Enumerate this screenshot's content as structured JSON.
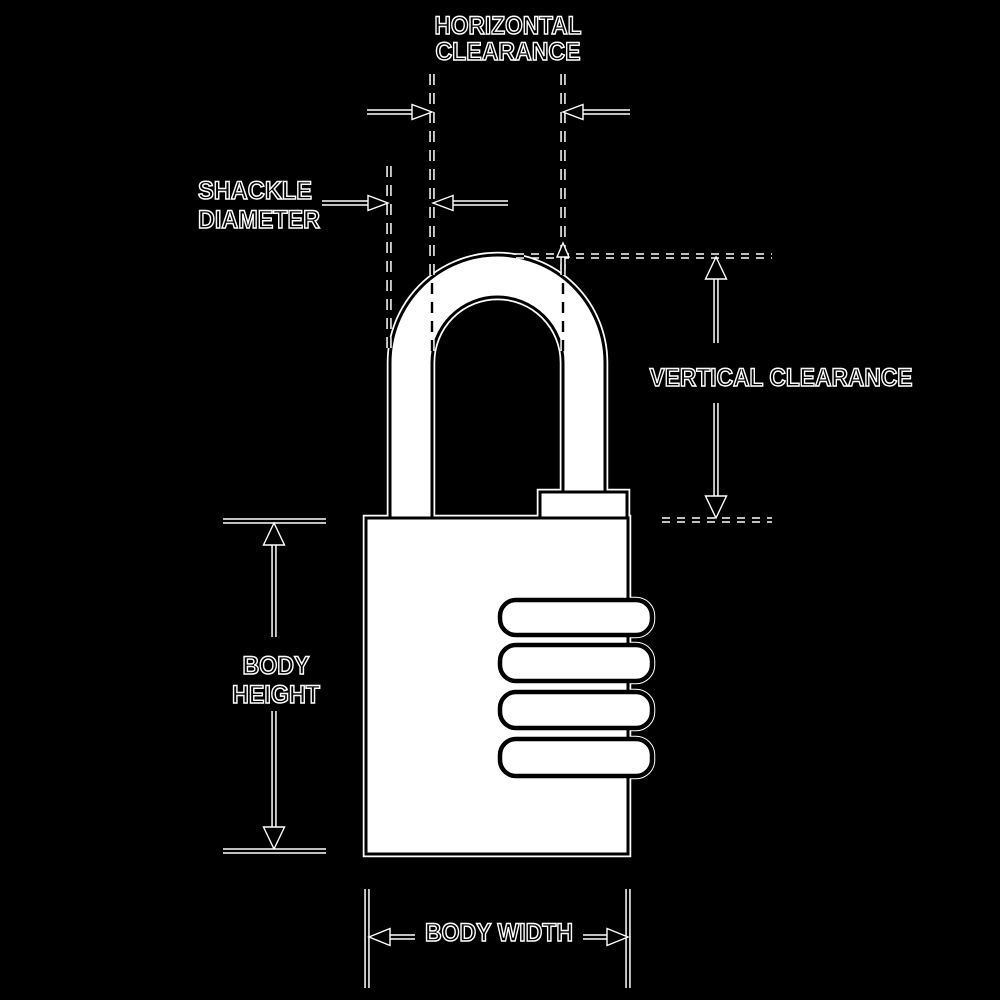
{
  "diagram": {
    "type": "padlock-dimension-diagram",
    "colors": {
      "background": "#000000",
      "halo_line": "#ffffff",
      "ink_line": "#000000",
      "shape_fill": "#ffffff"
    },
    "labels": {
      "horizontal_clearance": {
        "line1": "HORIZONTAL",
        "line2": "CLEARANCE"
      },
      "shackle_diameter": {
        "line1": "SHACKLE",
        "line2": "DIAMETER"
      },
      "vertical_clearance": "VERTICAL CLEARANCE",
      "body_height": {
        "line1": "BODY",
        "line2": "HEIGHT"
      },
      "body_width": "BODY WIDTH"
    },
    "parts": [
      "shackle",
      "shackle-collar",
      "body",
      "dial-1",
      "dial-2",
      "dial-3",
      "dial-4"
    ]
  }
}
